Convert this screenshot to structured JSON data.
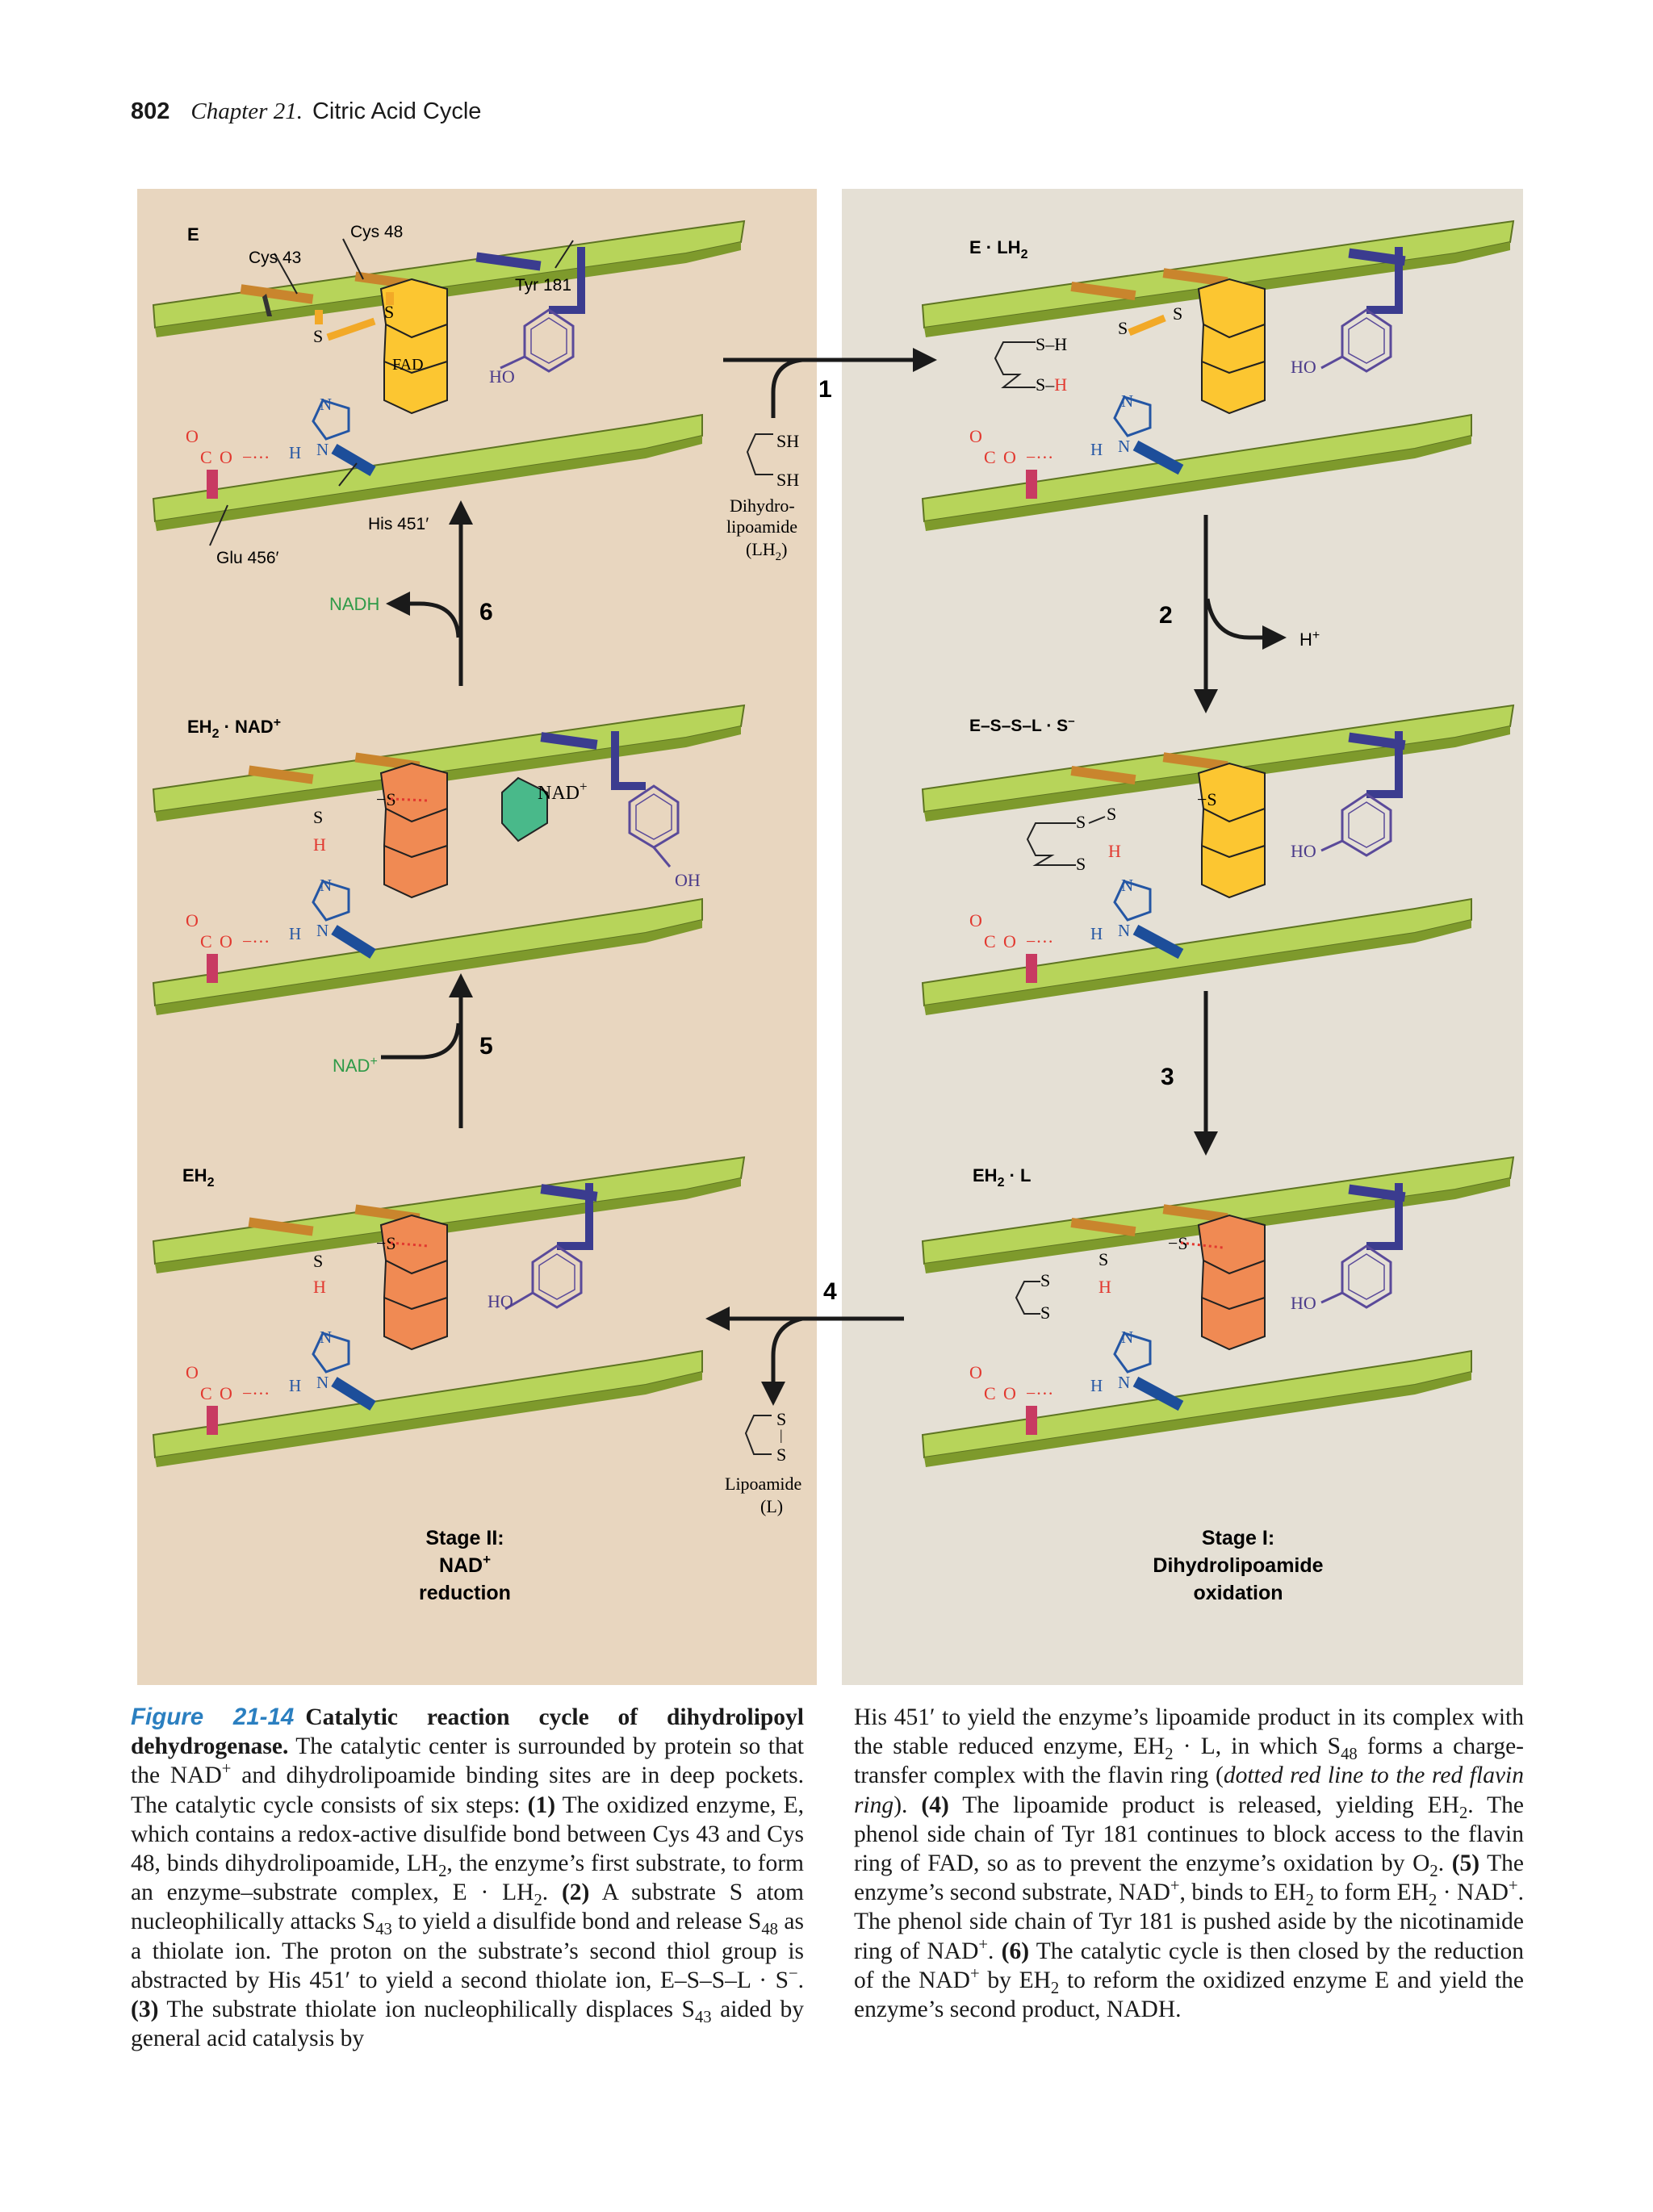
{
  "header": {
    "page_number": "802",
    "chapter": "Chapter 21.",
    "title": "Citric Acid Cycle"
  },
  "colors": {
    "strand": "#b7d45a",
    "strand_dark": "#7e9a2c",
    "fad_oxidized": "#fcc631",
    "fad_reduced": "#f08a53",
    "nad": "#49b98a",
    "tyr_bond": "#3b3c8f",
    "his_bond": "#1d4e9a",
    "glu_bond": "#c83a62",
    "cys_bond": "#c9852d",
    "red_text": "#e2382f",
    "blue_text": "#2456a4",
    "green_text": "#2f9a48",
    "panel_left": "#e8d6bf",
    "panel_right": "#e5e0d5"
  },
  "states": {
    "E": {
      "label": "E",
      "residues": {
        "cys43": "Cys 43",
        "cys48": "Cys 48",
        "tyr181": "Tyr 181",
        "his451": "His 451′",
        "glu456": "Glu 456′"
      },
      "fad": "FAD",
      "s_left": "S",
      "s_right": "S",
      "ho": "HO",
      "o": "O",
      "c": "C",
      "o_minus": "O",
      "h": "H",
      "n": "N",
      "n2": "N"
    },
    "E_LH2": {
      "label": "E · LH",
      "sub": "2",
      "s_h_1": "S–H",
      "s_h_2": "S–",
      "h_red": "H",
      "s": "S",
      "s2": "S",
      "ho": "HO",
      "o": "O",
      "c": "C",
      "o_minus": "O",
      "h": "H",
      "n": "N",
      "n2": "N"
    },
    "E_S_S_L": {
      "label": "E–S–S–L · S",
      "sup": "–",
      "s1": "S",
      "s2": "S",
      "s3": "S",
      "s_minus": "S",
      "h_red": "H",
      "ho": "HO",
      "o": "O",
      "c": "C",
      "o_minus": "O",
      "h": "H",
      "n": "N",
      "n2": "N"
    },
    "EH2_L": {
      "label": "EH",
      "sub": "2",
      "tail": " · L",
      "s1": "S",
      "s2": "S",
      "s3": "S",
      "h_red": "H",
      "s_minus": "S",
      "ho": "HO",
      "o": "O",
      "c": "C",
      "o_minus": "O",
      "h": "H",
      "n": "N",
      "n2": "N"
    },
    "EH2": {
      "label": "EH",
      "sub": "2",
      "s1": "S",
      "h_red": "H",
      "s_minus": "S",
      "ho": "HO",
      "o": "O",
      "c": "C",
      "o_minus": "O",
      "h": "H",
      "n": "N",
      "n2": "N"
    },
    "EH2_NAD": {
      "label": "EH",
      "sub": "2",
      "tail": " · NAD",
      "sup": "+",
      "s1": "S",
      "h_red": "H",
      "s_minus": "S",
      "nad": "NAD",
      "nad_sup": "+",
      "oh": "OH",
      "o": "O",
      "c": "C",
      "o_minus": "O",
      "h": "H",
      "n": "N",
      "n2": "N"
    }
  },
  "steps": {
    "s1": "1",
    "s2": "2",
    "s3": "3",
    "s4": "4",
    "s5": "5",
    "s6": "6",
    "dihydro_sh1": "SH",
    "dihydro_sh2": "SH",
    "dihydro_l1": "Dihydro-",
    "dihydro_l2": "lipoamide",
    "dihydro_l3": "(LH",
    "dihydro_l3_sub": "2",
    "dihydro_l3_end": ")",
    "h_plus": "H",
    "h_plus_sup": "+",
    "lipo_s1": "S",
    "lipo_s2": "S",
    "lipo_l1": "Lipoamide",
    "lipo_l2": "(L)",
    "nad_in": "NAD",
    "nad_in_sup": "+",
    "nadh_out": "NADH"
  },
  "stages": {
    "stage2": [
      "Stage II:",
      "NAD",
      "reduction"
    ],
    "stage2_sup": "+",
    "stage1": [
      "Stage I:",
      "Dihydrolipoamide",
      "oxidation"
    ]
  },
  "caption": {
    "fig_label": "Figure 21-14",
    "fig_title": "Catalytic reaction cycle of dihydrolipoyl dehydrogenase.",
    "left": [
      " The catalytic center is surrounded by protein so that the NAD",
      "+",
      " and dihydrolipoamide binding sites are in deep pockets. The catalytic cycle consists of six steps: ",
      "(1)",
      " The oxidized enzyme, E, which contains a redox-active disulfide bond between Cys 43 and Cys 48, binds dihydrolipoamide, LH",
      "2",
      ", the enzyme’s first substrate, to form an enzyme–substrate complex, E · LH",
      "2",
      ". ",
      "(2)",
      " A substrate S atom nucleophilically attacks S",
      "43",
      " to yield a disulfide bond and release S",
      "48",
      " as a thiolate ion. The proton on the substrate’s second thiol group is abstracted by His 451′ to yield a second thiolate ion, E–S–S–L · S",
      "−",
      ". ",
      "(3)",
      " The substrate thiolate ion nucleophilically displaces S",
      "43",
      " aided by general acid catalysis by"
    ],
    "right": [
      "His 451′ to yield the enzyme’s lipoamide product in its complex with the stable reduced enzyme, EH",
      "2",
      " · L, in which S",
      "48",
      " forms a charge-transfer complex with the flavin ring (",
      "dotted red line to the red flavin ring",
      "). ",
      "(4)",
      " The lipoamide product is released, yielding EH",
      "2",
      ". The phenol side chain of Tyr 181 continues to block access to the flavin ring of FAD, so as to prevent the enzyme’s oxidation by O",
      "2",
      ". ",
      "(5)",
      " The enzyme’s second substrate, NAD",
      "+",
      ", binds to EH",
      "2",
      " to form EH",
      "2",
      " · NAD",
      "+",
      ". The phenol side chain of Tyr 181 is pushed aside by the nicotinamide ring of NAD",
      "+",
      ". ",
      "(6)",
      " The catalytic cycle is then closed by the reduction of the NAD",
      "+",
      " by EH",
      "2",
      " to reform the oxidized enzyme E and yield the enzyme’s second product, NADH."
    ]
  }
}
